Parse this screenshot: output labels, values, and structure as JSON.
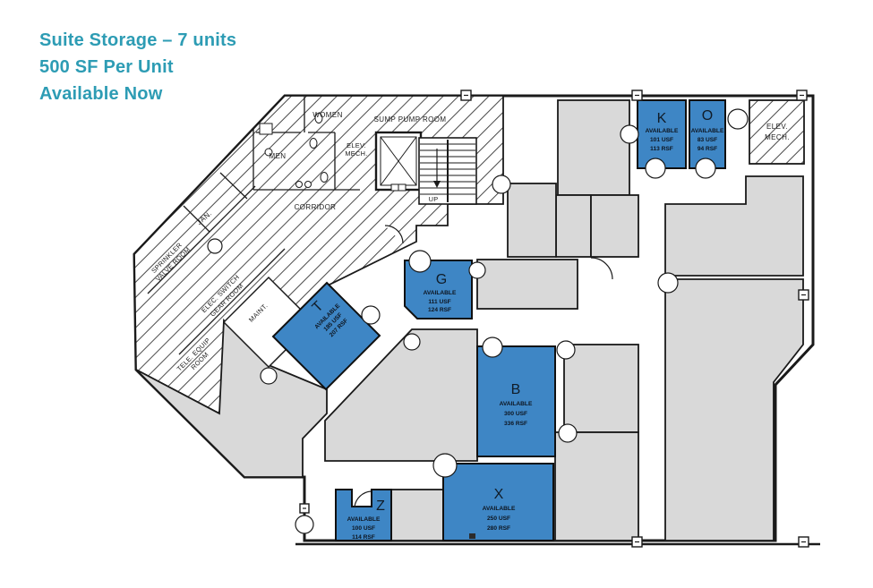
{
  "title": {
    "line1": "Suite Storage – 7 units",
    "line2": "500 SF Per Unit",
    "line3": "Available Now"
  },
  "colors": {
    "accent_teal": "#2D9CB4",
    "unit_blue": "#3E86C5",
    "room_gray": "#D9D9D9",
    "wall_black": "#1A1A1A"
  },
  "units": [
    {
      "id": "K",
      "status": "AVAILABLE",
      "usf": "101 USF",
      "rsf": "113 RSF"
    },
    {
      "id": "O",
      "status": "AVAILABLE",
      "usf": "83 USF",
      "rsf": "94 RSF"
    },
    {
      "id": "G",
      "status": "AVAILABLE",
      "usf": "111 USF",
      "rsf": "124 RSF"
    },
    {
      "id": "T",
      "status": "AVAILABLE",
      "usf": "185 USF",
      "rsf": "207 RSF"
    },
    {
      "id": "B",
      "status": "AVAILABLE",
      "usf": "300 USF",
      "rsf": "336 RSF"
    },
    {
      "id": "X",
      "status": "AVAILABLE",
      "usf": "250 USF",
      "rsf": "280 RSF"
    },
    {
      "id": "Z",
      "status": "AVAILABLE",
      "usf": "100 USF",
      "rsf": "114 RSF"
    }
  ],
  "rooms": {
    "women": "WOMEN",
    "men": "MEN",
    "sump": "SUMP PUMP ROOM",
    "elev_core_1": "ELEV.",
    "elev_core_2": "MECH.",
    "corridor": "CORRIDOR",
    "jan": "JAN.",
    "sprinkler_1": "SPRINKLER",
    "sprinkler_2": "VALVE ROOM",
    "elec_1": "ELEC. SWITCH",
    "elec_2": "GEAR ROOM",
    "tele_1": "TELE. EQUIP",
    "tele_2": "ROOM",
    "maint": "MAINT.",
    "elev_right_1": "ELEV.",
    "elev_right_2": "MECH.",
    "up": "UP"
  }
}
